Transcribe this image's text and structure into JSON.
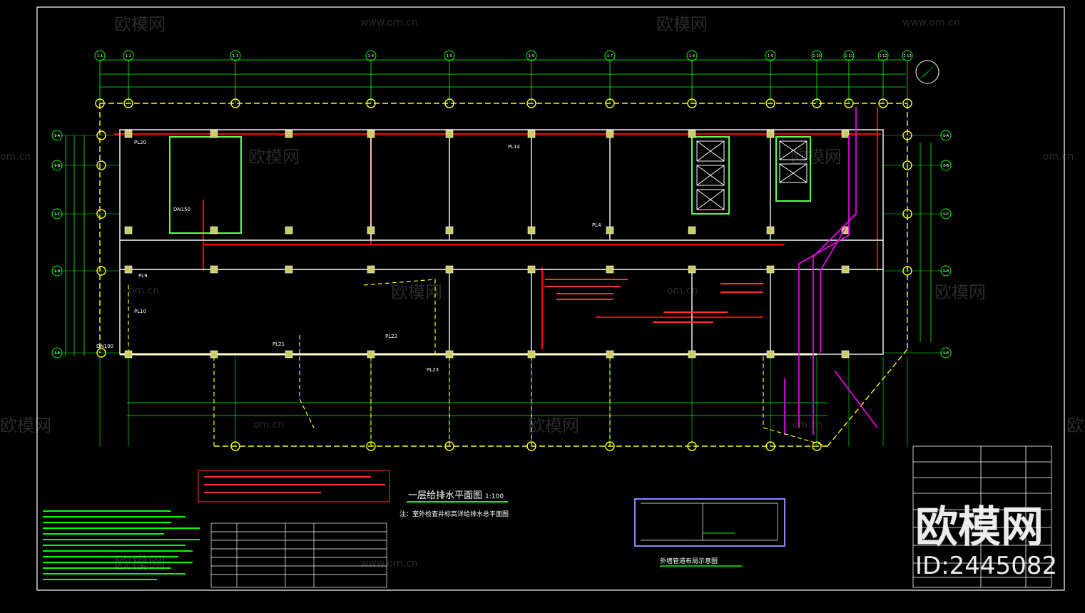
{
  "drawing": {
    "title": "一层给排水平面图",
    "scale": "1:100",
    "note": "注：室外检查井标高详给排水总平面图",
    "detail_label": "外墙管道布局示意图"
  },
  "grid_columns": [
    "1-1",
    "1-2",
    "1-3",
    "1-4",
    "1-5",
    "1-6",
    "1-7",
    "1-8",
    "1-9",
    "1-10",
    "1-11",
    "1-12",
    "1-13"
  ],
  "grid_rows": [
    "1-A",
    "1-B",
    "1-C",
    "1-D",
    "1-E"
  ],
  "pipe_tags": {
    "dn150": "DN150",
    "dn100": "DN100",
    "pl20": "PL20",
    "pl9": "PL9",
    "pl10": "PL10",
    "pl14": "PL14",
    "pl4": "PL4",
    "pl21": "PL21",
    "pl22": "PL22",
    "pl23": "PL23"
  },
  "watermark": {
    "brand": "欧模网",
    "site": "www.om.cn",
    "site_short": "om.cn",
    "id": "ID:2445082"
  },
  "colors": {
    "frame": "#ffffff",
    "grid": "#00ff00",
    "axis": "#ffff00",
    "water_supply": "#ff0000",
    "drain": "#ff00ff",
    "wall": "#ffffff"
  }
}
